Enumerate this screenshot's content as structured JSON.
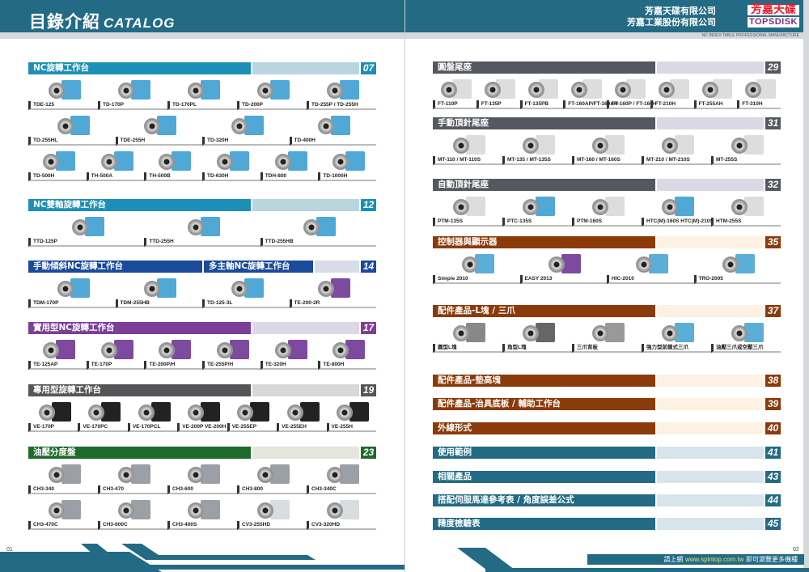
{
  "header": {
    "title": "目錄介紹",
    "title_en": "CATALOG",
    "company_1": "芳嘉天碟有限公司",
    "company_2": "芳嘉工業股份有限公司",
    "logo_cn": "芳嘉天碟",
    "logo_en": "TOPSDISK",
    "tagline": "NC INDEX TABLE PROFESSIONAL MANUFACTURE"
  },
  "footer": {
    "prefix": "請上網 ",
    "url": "www.spintop.com.tw",
    "suffix": " 即可瀏覽更多機種",
    "page_left": "01",
    "page_right": "02"
  },
  "left_sections": [
    {
      "titles": [
        "NC旋轉工作台"
      ],
      "page": "07",
      "color": "#1b8fb6",
      "light": "#b9d5e0",
      "rows": [
        [
          {
            "label": "TDE-125",
            "color": "#4fa8d6"
          },
          {
            "label": "TD-170P",
            "color": "#4fa8d6"
          },
          {
            "label": "TD-170PL",
            "color": "#4fa8d6"
          },
          {
            "label": "TD-200P",
            "color": "#4fa8d6"
          },
          {
            "label": "TD-255P / TD-255H",
            "color": "#4fa8d6"
          }
        ],
        [
          {
            "label": "TD-255HL",
            "color": "#4fa8d6"
          },
          {
            "label": "TDE-255H",
            "color": "#4fa8d6"
          },
          {
            "label": "TD-320H",
            "color": "#4fa8d6"
          },
          {
            "label": "TD-400H",
            "color": "#4fa8d6"
          }
        ],
        [
          {
            "label": "TD-500H",
            "color": "#4fa8d6"
          },
          {
            "label": "TH-500A",
            "color": "#4fa8d6"
          },
          {
            "label": "TH-500B",
            "color": "#4fa8d6"
          },
          {
            "label": "TD-630H",
            "color": "#4fa8d6"
          },
          {
            "label": "TDH-800",
            "color": "#4fa8d6"
          },
          {
            "label": "TD-1000H",
            "color": "#4fa8d6"
          }
        ]
      ]
    },
    {
      "titles": [
        "NC雙軸旋轉工作台"
      ],
      "page": "12",
      "color": "#1b8fb6",
      "light": "#b9d5e0",
      "rows": [
        [
          {
            "label": "TTD-125P",
            "color": "#4fa8d6"
          },
          {
            "label": "TTD-255H",
            "color": "#4fa8d6"
          },
          {
            "label": "TTD-255HB",
            "color": "#4fa8d6"
          }
        ]
      ]
    },
    {
      "titles": [
        "手動傾斜NC旋轉工作台",
        "多主軸NC旋轉工作台"
      ],
      "page": "14",
      "color": "#1a4a9a",
      "light": "#d8dce8",
      "rows": [
        [
          {
            "label": "TDM-170P",
            "color": "#4fa8d6"
          },
          {
            "label": "TDM-255HB",
            "color": "#4fa8d6"
          },
          {
            "label": "TD-125-3L",
            "color": "#4fa8d6"
          },
          {
            "label": "TE-200-2R",
            "color": "#7d4aa0"
          }
        ]
      ]
    },
    {
      "titles": [
        "實用型NC旋轉工作台"
      ],
      "page": "17",
      "color": "#7b3f98",
      "light": "#dcd8e6",
      "rows": [
        [
          {
            "label": "TE-125AP",
            "color": "#7d4aa0"
          },
          {
            "label": "TE-170P",
            "color": "#7d4aa0"
          },
          {
            "label": "TE-200P/H",
            "color": "#7d4aa0"
          },
          {
            "label": "TE-255P/H",
            "color": "#7d4aa0"
          },
          {
            "label": "TE-320H",
            "color": "#7d4aa0"
          },
          {
            "label": "TE-800H",
            "color": "#7d4aa0"
          }
        ]
      ]
    },
    {
      "titles": [
        "專用型旋轉工作台"
      ],
      "page": "19",
      "color": "#555558",
      "light": "#d8d8d8",
      "rows": [
        [
          {
            "label": "VE-170P",
            "color": "#222"
          },
          {
            "label": "VE-170PC",
            "color": "#222"
          },
          {
            "label": "VE-170PCL",
            "color": "#222"
          },
          {
            "label": "VE-200P  VE-200H",
            "color": "#222"
          },
          {
            "label": "VE-255EP",
            "color": "#222"
          },
          {
            "label": "VE-255EH",
            "color": "#222"
          },
          {
            "label": "VE-255H",
            "color": "#222"
          }
        ]
      ]
    },
    {
      "titles": [
        "油壓分度盤"
      ],
      "page": "23",
      "color": "#1e6b2a",
      "light": "#e2e6dc",
      "rows": [
        [
          {
            "label": "CH3-340",
            "color": "#9aa0a6"
          },
          {
            "label": "CH3-470",
            "color": "#9aa0a6"
          },
          {
            "label": "CH3-600",
            "color": "#9aa0a6"
          },
          {
            "label": "CH3-800",
            "color": "#9aa0a6"
          },
          {
            "label": "CH3-340C",
            "color": "#9aa0a6"
          }
        ],
        [
          {
            "label": "CH3-470C",
            "color": "#9aa0a6"
          },
          {
            "label": "CH3-600C",
            "color": "#9aa0a6"
          },
          {
            "label": "CH3-400S",
            "color": "#9aa0a6"
          },
          {
            "label": "CV3-255HD",
            "color": "#d8dde0"
          },
          {
            "label": "CV3-320HD",
            "color": "#d8dde0"
          }
        ]
      ]
    }
  ],
  "right_sections": [
    {
      "titles": [
        "圓盤尾座"
      ],
      "page": "29",
      "color": "#555860",
      "light": "#d9d9e6",
      "rows": [
        [
          {
            "label": "FT-110P",
            "color": "#ddd"
          },
          {
            "label": "FT-135P",
            "color": "#ddd"
          },
          {
            "label": "FT-135PB",
            "color": "#ddd"
          },
          {
            "label": "FT-160AP/FT-160AH",
            "color": "#ddd"
          },
          {
            "label": "FT-160P / FT-160H",
            "color": "#ddd"
          },
          {
            "label": "FT-210H",
            "color": "#ddd"
          },
          {
            "label": "FT-255AH",
            "color": "#ddd"
          },
          {
            "label": "FT-310H",
            "color": "#ddd"
          }
        ]
      ]
    },
    {
      "titles": [
        "手動頂針尾座"
      ],
      "page": "31",
      "color": "#555860",
      "light": "#d9d9e6",
      "rows": [
        [
          {
            "label": "MT-110 / MT-110S",
            "color": "#ddd"
          },
          {
            "label": "MT-135 / MT-135S",
            "color": "#ddd"
          },
          {
            "label": "MT-160 / MT-160S",
            "color": "#ddd"
          },
          {
            "label": "MT-210 / MT-210S",
            "color": "#ddd"
          },
          {
            "label": "MT-255S",
            "color": "#ddd"
          }
        ]
      ]
    },
    {
      "titles": [
        "自動頂針尾座"
      ],
      "page": "32",
      "color": "#555860",
      "light": "#d9d9e6",
      "rows": [
        [
          {
            "label": "PTM-135S",
            "color": "#ddd"
          },
          {
            "label": "PTC-135S",
            "color": "#4fa8d6"
          },
          {
            "label": "PTM-160S",
            "color": "#ddd"
          },
          {
            "label": "HTC(M)-160S HTC(M)-210S",
            "color": "#4fa8d6"
          },
          {
            "label": "HTM-255S",
            "color": "#ddd"
          }
        ]
      ]
    },
    {
      "titles": [
        "控制器與顯示器"
      ],
      "page": "35",
      "color": "#8b3a0a",
      "light": "#fdf1e4",
      "rows": [
        [
          {
            "label": "Simple 2010",
            "color": "#5aaed8"
          },
          {
            "label": "EASY 2013",
            "color": "#7d4aa0"
          },
          {
            "label": "HIC-2010",
            "color": "#5aaed8"
          },
          {
            "label": "TRO-2005",
            "color": "#5aaed8"
          }
        ]
      ]
    },
    {
      "titles": [
        "配件產品-L塊 / 三爪"
      ],
      "page": "37",
      "color": "#8b3a0a",
      "light": "#fdf1e4",
      "rows": [
        [
          {
            "label": "圓型L塊",
            "color": "#888"
          },
          {
            "label": "角型L塊",
            "color": "#666"
          },
          {
            "label": "三爪背板",
            "color": "#999"
          },
          {
            "label": "強力型前鎖式三爪",
            "color": "#5aaed8"
          },
          {
            "label": "油壓三爪或空壓三爪",
            "color": "#5aaed8"
          }
        ]
      ]
    },
    {
      "titles": [
        "配件產品-墊高塊"
      ],
      "page": "38",
      "color": "#8b3a0a",
      "light": "#fdf1e4",
      "rows": []
    },
    {
      "titles": [
        "配件產品-治具底板 / 輔助工作台"
      ],
      "page": "39",
      "color": "#8b3a0a",
      "light": "#fdf1e4",
      "rows": []
    },
    {
      "titles": [
        "外線形式"
      ],
      "page": "40",
      "color": "#8b3a0a",
      "light": "#fdf1e4",
      "rows": []
    },
    {
      "titles": [
        "使用範例"
      ],
      "page": "41",
      "color": "#236a85",
      "light": "#d8e4ec",
      "rows": []
    },
    {
      "titles": [
        "相關產品"
      ],
      "page": "43",
      "color": "#236a85",
      "light": "#d8e4ec",
      "rows": []
    },
    {
      "titles": [
        "搭配伺服馬達參考表 / 角度誤差公式"
      ],
      "page": "44",
      "color": "#236a85",
      "light": "#d8e4ec",
      "rows": []
    },
    {
      "titles": [
        "精度檢驗表"
      ],
      "page": "45",
      "color": "#236a85",
      "light": "#d8e4ec",
      "rows": []
    }
  ]
}
